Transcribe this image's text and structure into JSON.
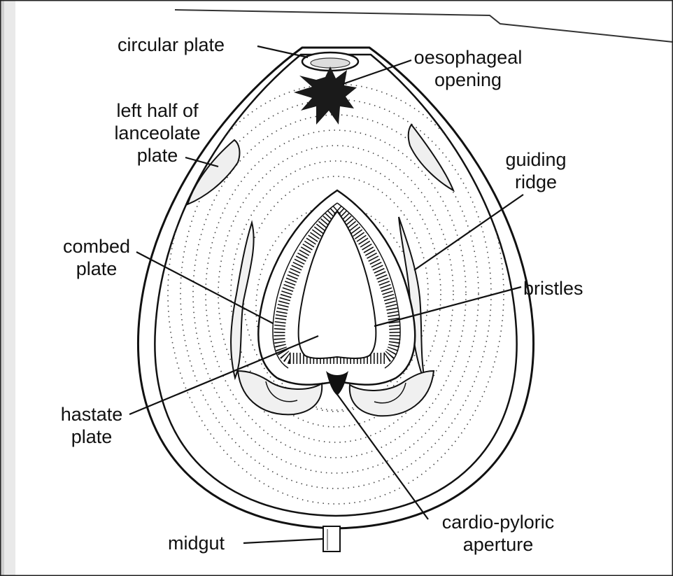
{
  "labels": {
    "circular_plate": "circular plate",
    "oesophageal_opening": [
      "oesophageal",
      "opening"
    ],
    "lanceolate_plate": [
      "left half of",
      "lanceolate",
      "plate"
    ],
    "guiding_ridge": [
      "guiding",
      "ridge"
    ],
    "combed_plate": [
      "combed",
      "plate"
    ],
    "bristles": "bristles",
    "hastate_plate": [
      "hastate",
      "plate"
    ],
    "cardio_pyloric_aperture": [
      "cardio-pyloric",
      "aperture"
    ],
    "midgut": "midgut"
  }
}
